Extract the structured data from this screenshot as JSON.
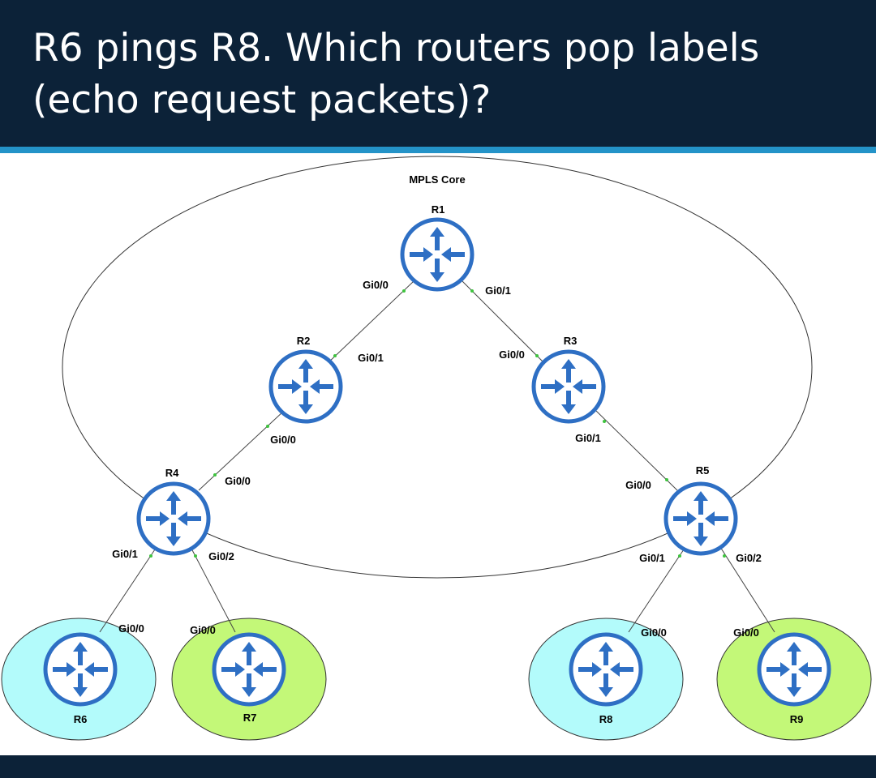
{
  "slide": {
    "title": "R6 pings R8. Which routers pop labels (echo request packets)?"
  },
  "diagram": {
    "core_label": "MPLS Core",
    "colors": {
      "header_bg": "#0c2238",
      "accent_stripe": "#2493c8",
      "router_blue": "#2e6fc4",
      "site_cyan": "#b3fbfb",
      "site_green": "#c3f878"
    },
    "routers": [
      {
        "name": "R1",
        "icon": "router-icon"
      },
      {
        "name": "R2",
        "icon": "router-icon"
      },
      {
        "name": "R3",
        "icon": "router-icon"
      },
      {
        "name": "R4",
        "icon": "router-icon"
      },
      {
        "name": "R5",
        "icon": "router-icon"
      },
      {
        "name": "R6",
        "icon": "router-icon",
        "site_color": "cyan"
      },
      {
        "name": "R7",
        "icon": "router-icon",
        "site_color": "green"
      },
      {
        "name": "R8",
        "icon": "router-icon",
        "site_color": "cyan"
      },
      {
        "name": "R9",
        "icon": "router-icon",
        "site_color": "green"
      }
    ],
    "links": [
      {
        "a": "R1",
        "a_if": "Gi0/0",
        "b": "R2",
        "b_if": "Gi0/1"
      },
      {
        "a": "R1",
        "a_if": "Gi0/1",
        "b": "R3",
        "b_if": "Gi0/0"
      },
      {
        "a": "R2",
        "a_if": "Gi0/0",
        "b": "R4",
        "b_if": "Gi0/0"
      },
      {
        "a": "R3",
        "a_if": "Gi0/1",
        "b": "R5",
        "b_if": "Gi0/0"
      },
      {
        "a": "R4",
        "a_if": "Gi0/1",
        "b": "R6",
        "b_if": "Gi0/0"
      },
      {
        "a": "R4",
        "a_if": "Gi0/2",
        "b": "R7",
        "b_if": "Gi0/0"
      },
      {
        "a": "R5",
        "a_if": "Gi0/1",
        "b": "R8",
        "b_if": "Gi0/0"
      },
      {
        "a": "R5",
        "a_if": "Gi0/2",
        "b": "R9",
        "b_if": "Gi0/0"
      }
    ]
  }
}
